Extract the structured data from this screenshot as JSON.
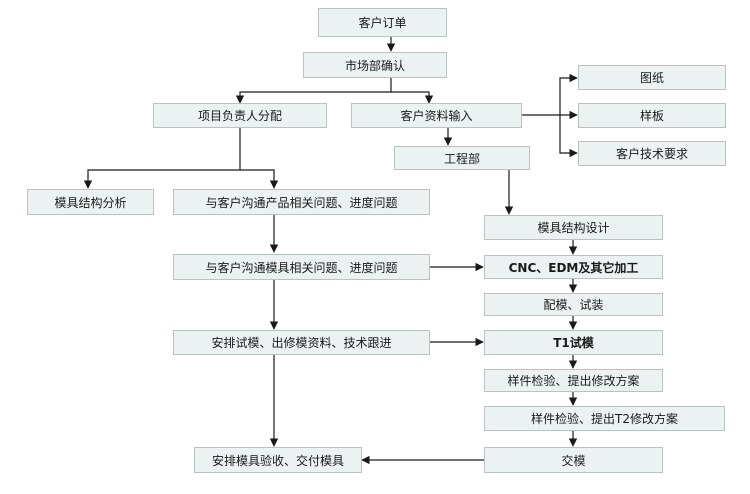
{
  "nodes": {
    "customer_order": "客户订单",
    "market_confirm": "市场部确认",
    "pm_assign": "项目负责人分配",
    "customer_data_input": "客户资料输入",
    "drawing": "图纸",
    "sample_board": "样板",
    "customer_tech_req": "客户技术要求",
    "engineering_dept": "工程部",
    "mold_structure_analysis": "模具结构分析",
    "communicate_product": "与客户沟通产品相关问题、进度问题",
    "mold_structure_design": "模具结构设计",
    "communicate_mold": "与客户沟通模具相关问题、进度问题",
    "cnc_edm": "CNC、EDM及其它加工",
    "fit_trial_assembly": "配模、试装",
    "arrange_trial": "安排试模、出修模资料、技术跟进",
    "t1_trial": "T1试模",
    "sample_inspect_1": "样件检验、提出修改方案",
    "sample_inspect_t2": "样件检验、提出T2修改方案",
    "arrange_acceptance": "安排模具验收、交付模具",
    "delivery": "交模"
  },
  "colors": {
    "node_fill": "#ecf1f1",
    "node_border": "#b8c2c2",
    "line": "#1a1a1a"
  }
}
